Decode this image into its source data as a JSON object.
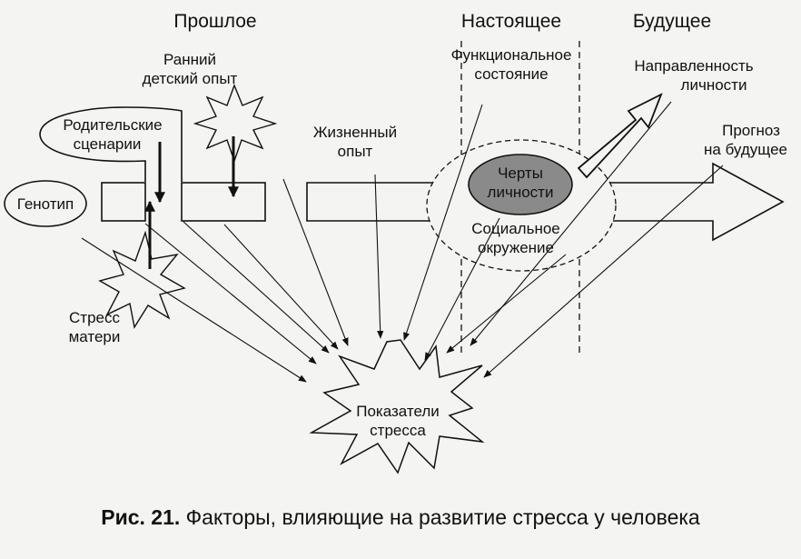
{
  "headings": {
    "past": "Прошлое",
    "present": "Настоящее",
    "future": "Будущее"
  },
  "nodes": {
    "early_childhood_line1": "Ранний",
    "early_childhood_line2": "детский опыт",
    "parental_scripts_line1": "Родительские",
    "parental_scripts_line2": "сценарии",
    "genotype": "Генотип",
    "maternal_stress_line1": "Стресс",
    "maternal_stress_line2": "матери",
    "life_experience_line1": "Жизненный",
    "life_experience_line2": "опыт",
    "functional_state_line1": "Функциональное",
    "functional_state_line2": "состояние",
    "personality_traits_line1": "Черты",
    "personality_traits_line2": "личности",
    "social_environment_line1": "Социальное",
    "social_environment_line2": "окружение",
    "personality_direction_line1": "Направленность",
    "personality_direction_line2": "личности",
    "future_forecast_line1": "Прогноз",
    "future_forecast_line2": "на будущее",
    "stress_indicators_line1": "Показатели",
    "stress_indicators_line2": "стресса"
  },
  "colors": {
    "ink": "#111111",
    "traits_fill": "#8a8a8a",
    "paper": "#f4f4f2"
  },
  "caption": {
    "label": "Рис. 21.",
    "text": " Факторы, влияющие на развитие стресса у человека"
  }
}
